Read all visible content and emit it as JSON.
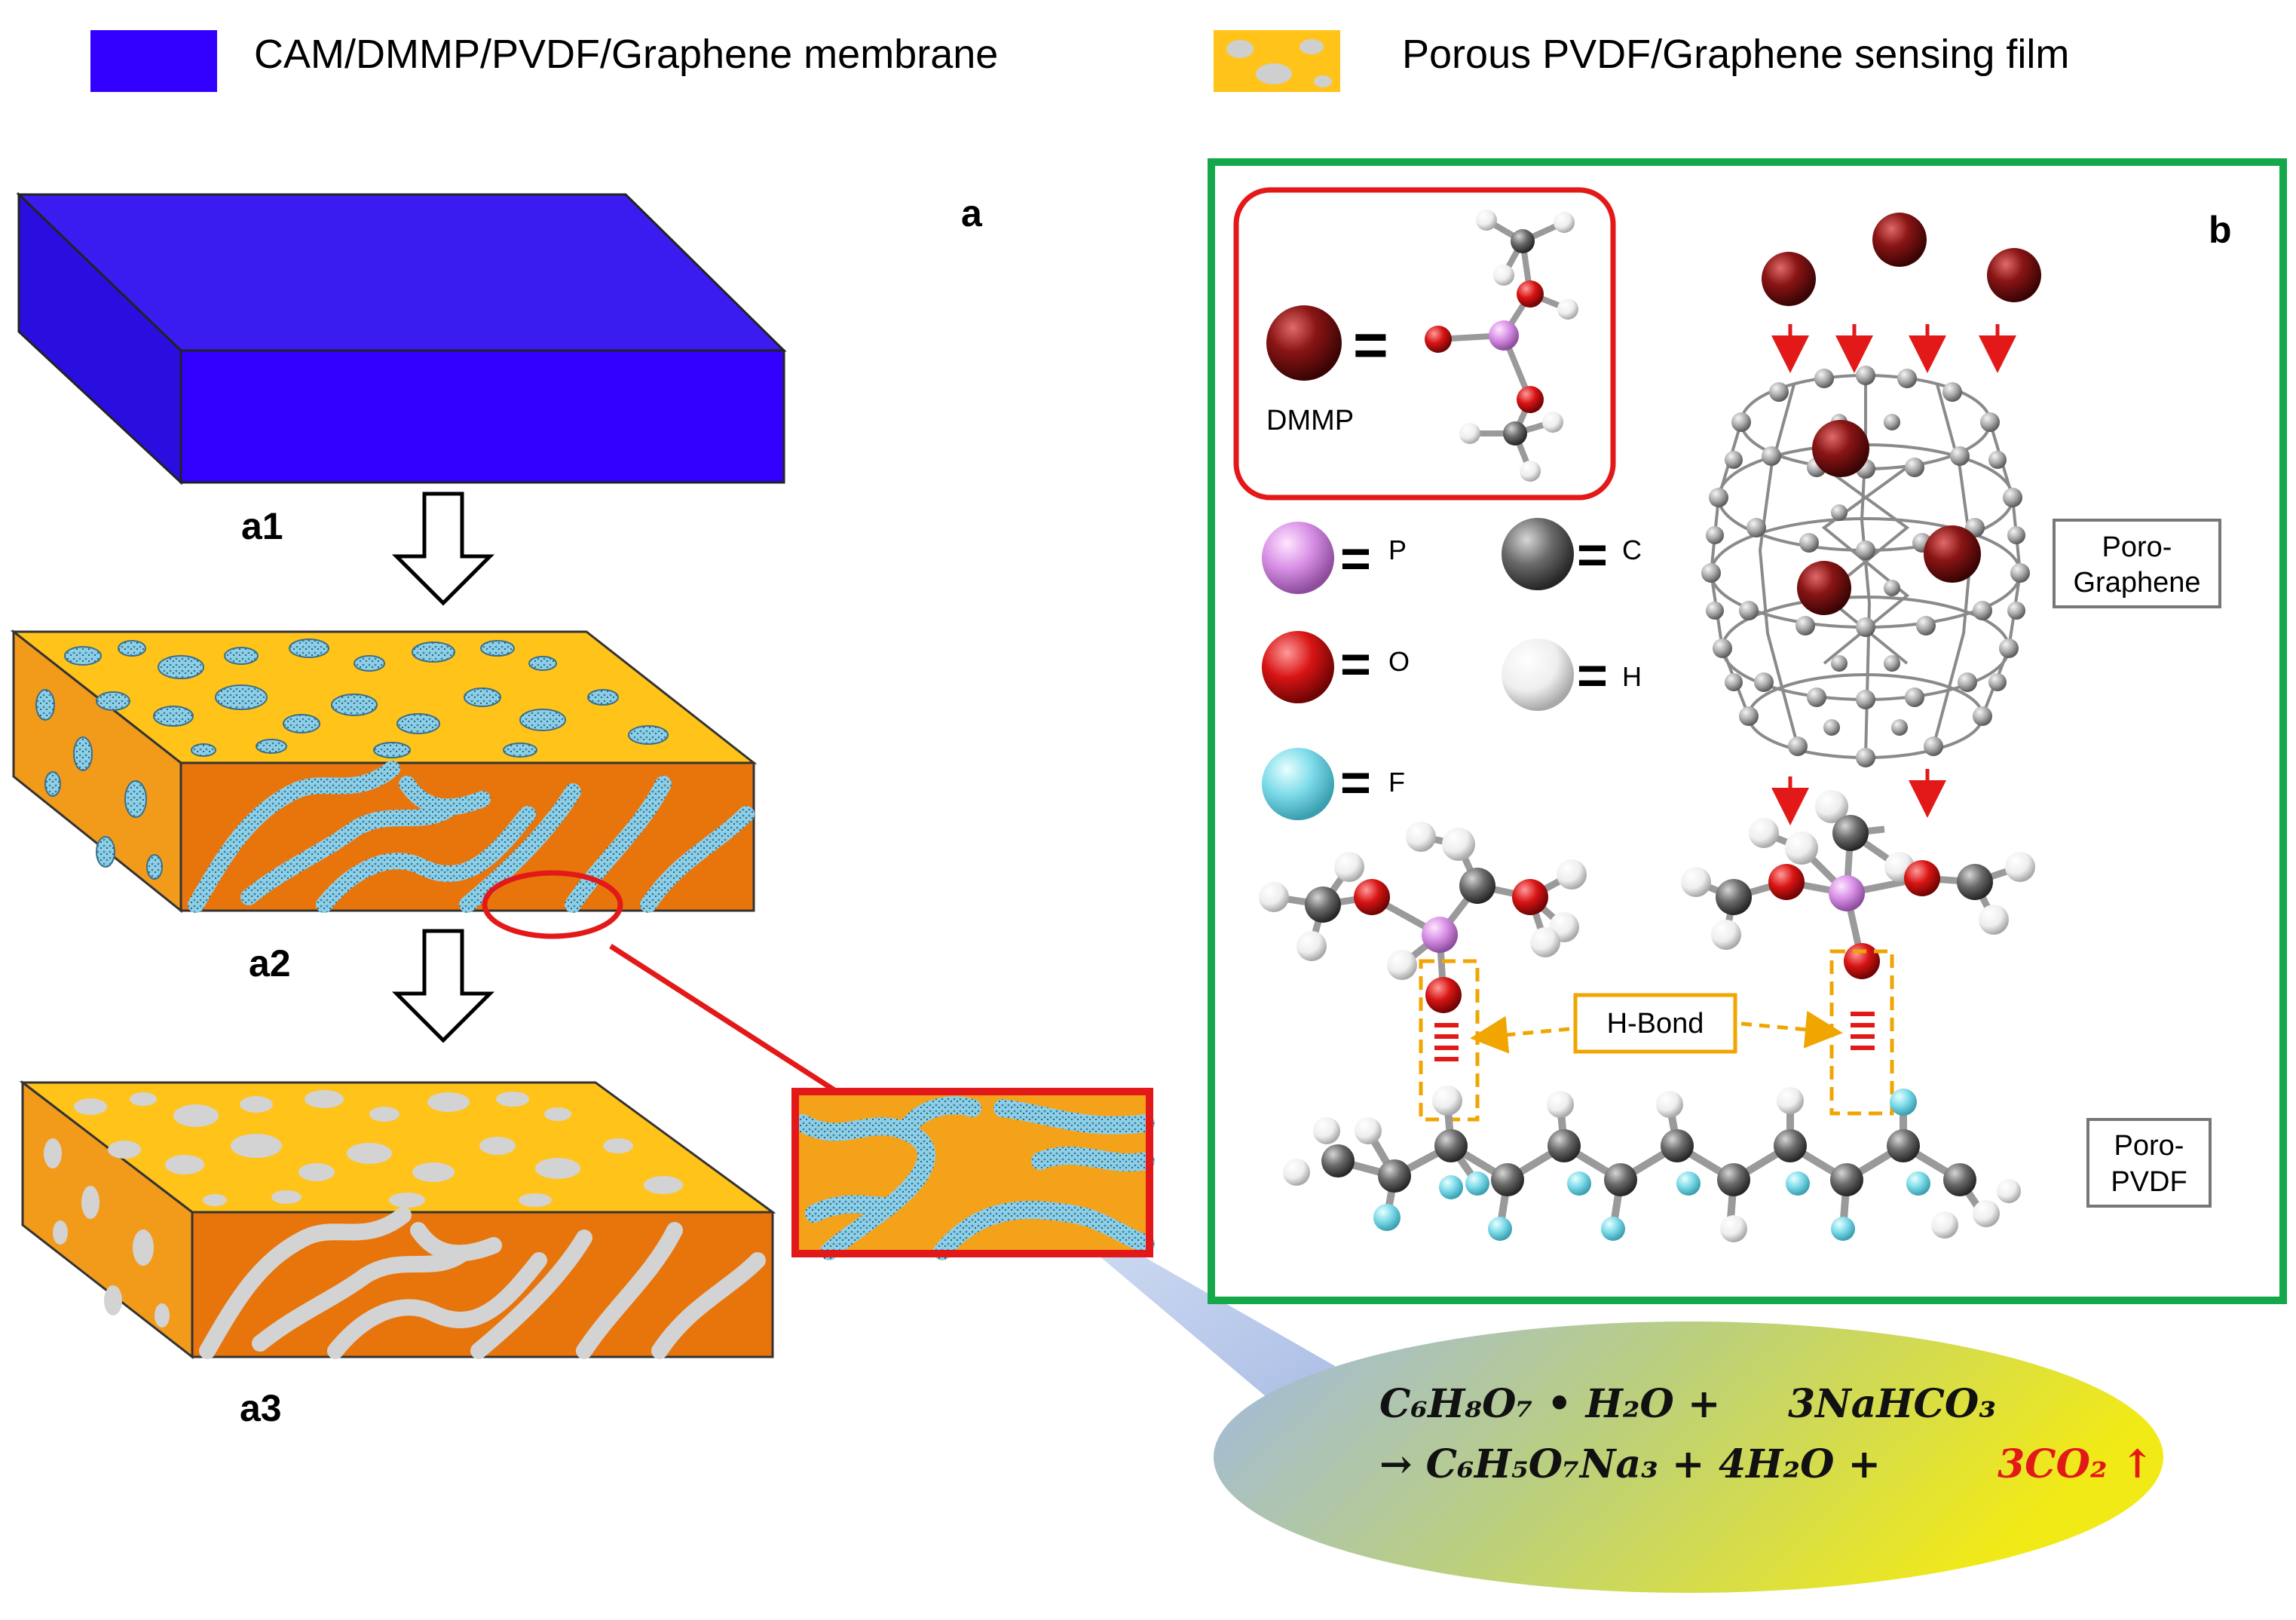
{
  "legend": {
    "item1": {
      "label": "CAM/DMMP/PVDF/Graphene membrane",
      "color": "#3300ff"
    },
    "item2": {
      "label": "Porous PVDF/Graphene sensing film",
      "color": "#ffc31a"
    }
  },
  "panel_a": {
    "title": "a",
    "step1": "a1",
    "step2": "a2",
    "step3": "a3"
  },
  "panel_b": {
    "title": "b",
    "dmmp_label": "DMMP",
    "atoms": {
      "p": "P",
      "c": "C",
      "o": "O",
      "h": "H",
      "f": "F"
    },
    "poro_graphene": {
      "line1": "Poro-",
      "line2": "Graphene"
    },
    "poro_pvdf": {
      "line1": "Poro-",
      "line2": "PVDF"
    },
    "hbond": "H-Bond"
  },
  "equation": {
    "line1_reactant1": "C₆H₈O₇ • H₂O  +",
    "line1_reactant2": "3NaHCO₃",
    "line2_product1": "→ C₆H₅O₇Na₃ +",
    "line2_product2": "4H₂O +",
    "line2_product3": "3CO₂ ↑"
  },
  "colors": {
    "membrane": "#3300ff",
    "film_top": "#ffc31a",
    "film_side": "#e8750c",
    "panel_b_frame": "#14a84a",
    "highlight": "#e31919",
    "hbond_box": "#f0a500",
    "p_atom": "#d890e6",
    "o_atom": "#d81414",
    "c_atom": "#6a6a6a",
    "h_atom": "#f2f2f2",
    "f_atom": "#7fdcea",
    "dmmp_sphere": "#7a1010"
  }
}
